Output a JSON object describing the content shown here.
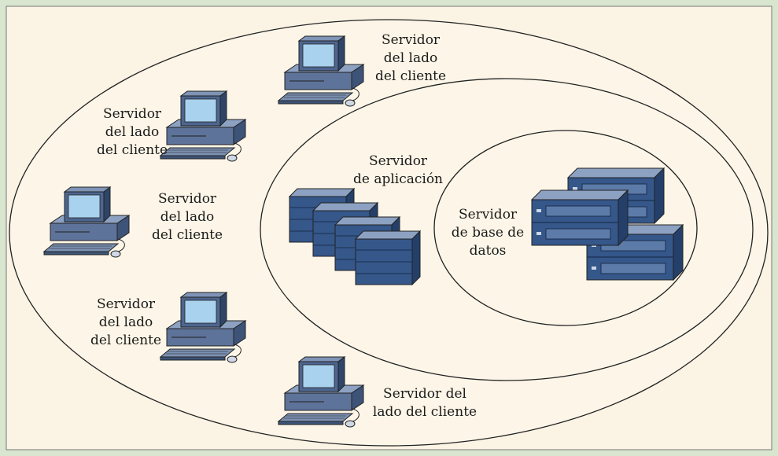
{
  "colors": {
    "frame_bg": "#d8e6cf",
    "panel_bg": "#fbf3e4",
    "ellipse_fill": "#fdf6e8",
    "stroke": "#222222",
    "server_blue": "#35578a",
    "monitor_screen": "#a9d2ee"
  },
  "diagram": {
    "client_label_1": [
      "Servidor",
      "del lado",
      "del cliente"
    ],
    "client_label_2": [
      "Servidor",
      "del lado",
      "del cliente"
    ],
    "client_label_3": [
      "Servidor",
      "del lado",
      "del cliente"
    ],
    "client_label_4": [
      "Servidor",
      "del lado",
      "del cliente"
    ],
    "client_label_5": [
      "Servidor del",
      "lado del cliente"
    ],
    "app_server_label": [
      "Servidor",
      "de aplicación"
    ],
    "db_server_label": [
      "Servidor",
      "de base de",
      "datos"
    ]
  },
  "icons": {
    "client": "desktop-computer-icon",
    "app_server": "server-stack-icon",
    "db_server": "database-server-icon"
  }
}
